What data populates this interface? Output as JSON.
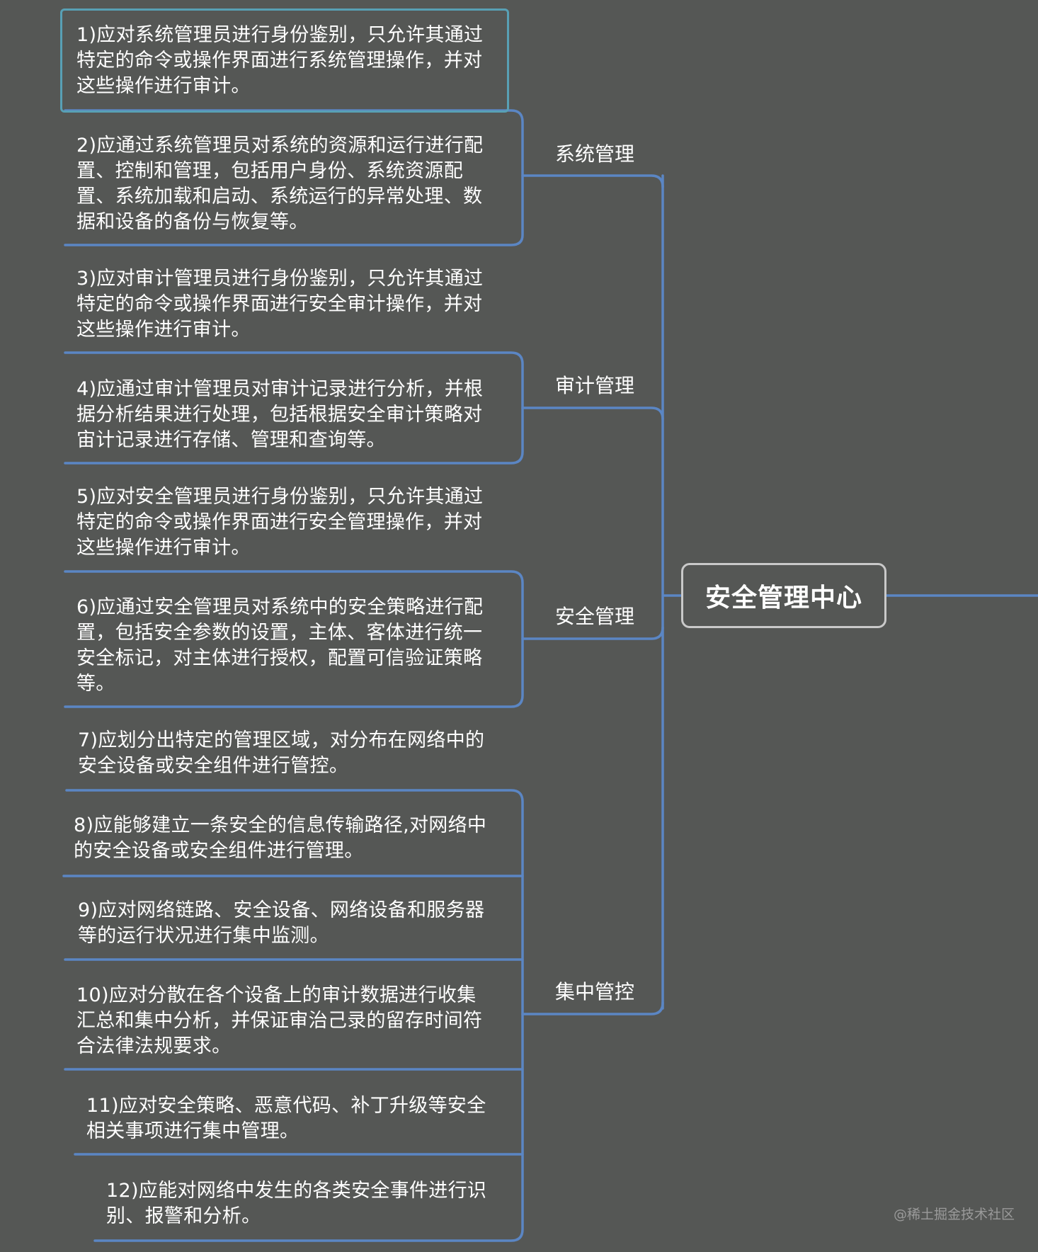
{
  "root": {
    "label": "安全管理中心"
  },
  "categories": [
    {
      "label": "系统管理"
    },
    {
      "label": "审计管理"
    },
    {
      "label": "安全管理"
    },
    {
      "label": "集中管控"
    }
  ],
  "items": [
    "1)应对系统管理员进行身份鉴别，只允许其通过\n特定的命令或操作界面进行系统管理操作，并对\n这些操作进行审计。",
    "2)应通过系统管理员对系统的资源和运行进行配\n置、控制和管理，包括用户身份、系统资源配\n置、系统加载和启动、系统运行的异常处理、数\n据和设备的备份与恢复等。",
    "3)应对审计管理员进行身份鉴别，只允许其通过\n特定的命令或操作界面进行安全审计操作，并对\n这些操作进行审计。",
    "4)应通过审计管理员对审计记录进行分析，并根\n据分析结果进行处理，包括根据安全审计策略对\n宙计记录进行存储、管理和查询等。",
    "5)应对安全管理员进行身份鉴别，只允许其通过\n特定的命令或操作界面进行安全管理操作，并对\n这些操作进行审计。",
    "6)应通过安全管理员对系统中的安全策略进行配\n置，包括安全参数的设置，主体、客体进行统一\n安全标记，对主体进行授权，配置可信验证策略\n等。",
    "7)应划分出特定的管理区域，对分布在网络中的\n安全设备或安全组件进行管控。",
    "8)应能够建立一条安全的信息传输路径,对网络中\n的安全设备或安全组件进行管理。",
    "9)应对网络链路、安全设备、网络设备和服务器\n等的运行状况进行集中监测。",
    "10)应对分散在各个设备上的审计数据进行收集\n汇总和集中分析，并保证审治己录的留存时间符\n合法律法规要求。",
    "11)应对安全策略、恶意代码、补丁升级等安全\n相关事项进行集中管理。",
    "12)应能对网络中发生的各类安全事件进行识\n别、报警和分析。"
  ],
  "watermark": "@稀土掘金技术社区",
  "colors": {
    "background": "#555755",
    "connector": "#5b86c4",
    "selected_border": "#58a0b5",
    "root_border": "#c9c9c9",
    "text": "#ffffff"
  }
}
